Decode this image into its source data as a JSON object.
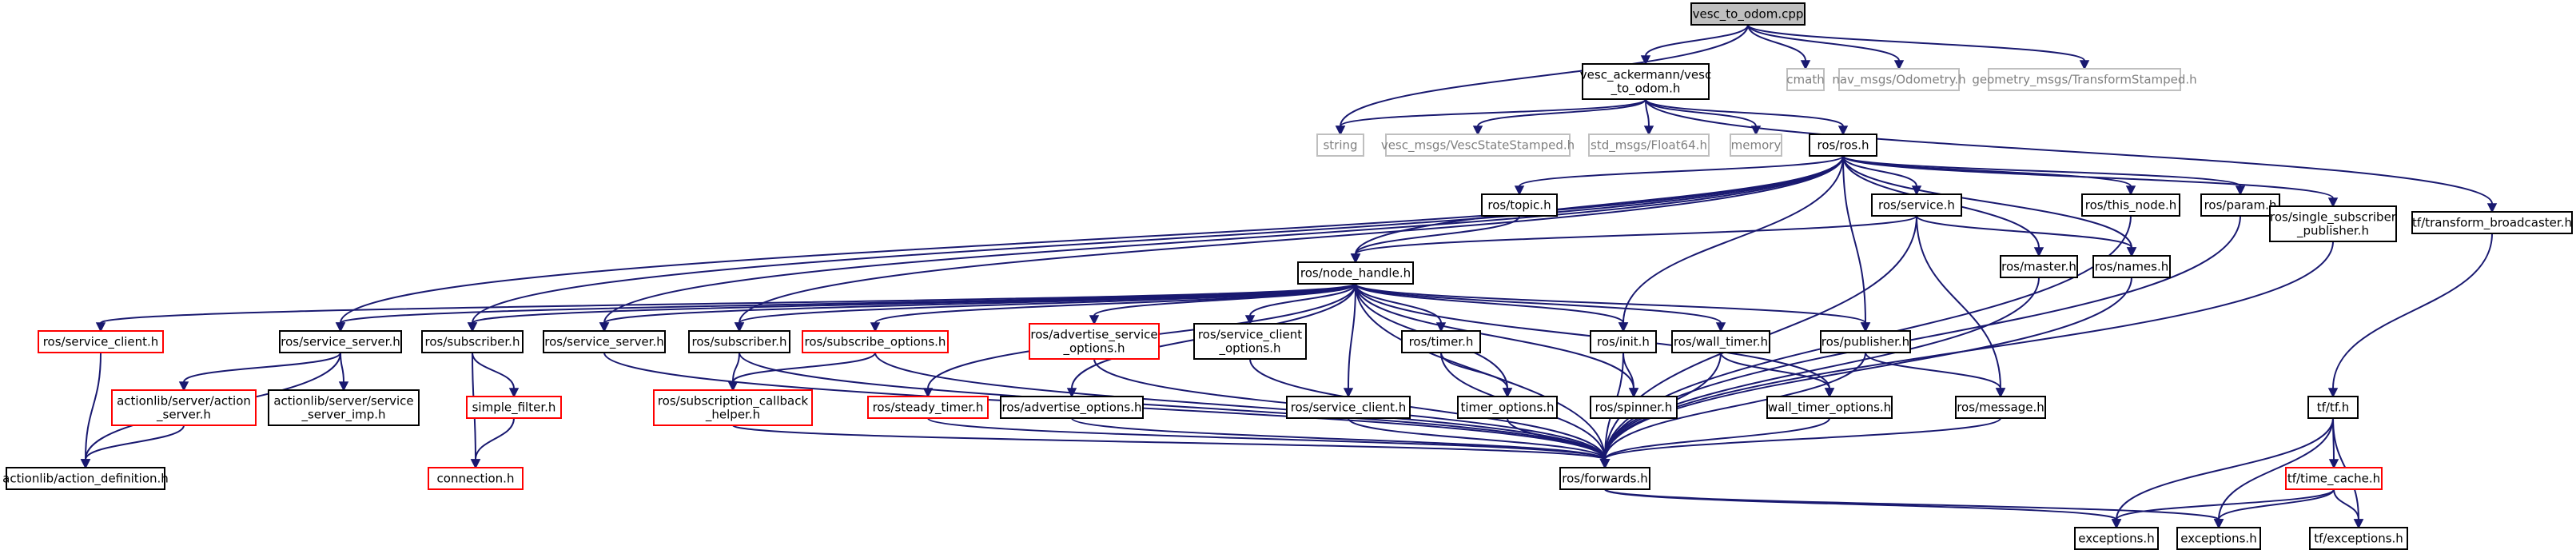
{
  "diagram": {
    "colors": {
      "root_fill": "#bfbfbf",
      "normal_border": "#000000",
      "missing_border": "#bfbfbf",
      "truncated_border": "#ff0000",
      "missing_text": "#808080",
      "edge": "#191970"
    },
    "nodes": [
      {
        "id": "vesc_to_odom_cpp",
        "lines": [
          "vesc_to_odom.cpp"
        ],
        "kind": "root"
      },
      {
        "id": "vesc_to_odom_h",
        "lines": [
          "vesc_ackermann/vesc",
          "_to_odom.h"
        ],
        "kind": "normal"
      },
      {
        "id": "cmath",
        "lines": [
          "cmath"
        ],
        "kind": "missing"
      },
      {
        "id": "nav_msgs_odometry",
        "lines": [
          "nav_msgs/Odometry.h"
        ],
        "kind": "missing"
      },
      {
        "id": "geometry_msgs_tf",
        "lines": [
          "geometry_msgs/TransformStamped.h"
        ],
        "kind": "missing"
      },
      {
        "id": "string",
        "lines": [
          "string"
        ],
        "kind": "missing"
      },
      {
        "id": "vesc_state",
        "lines": [
          "vesc_msgs/VescStateStamped.h"
        ],
        "kind": "missing"
      },
      {
        "id": "float64",
        "lines": [
          "std_msgs/Float64.h"
        ],
        "kind": "missing"
      },
      {
        "id": "memory",
        "lines": [
          "memory"
        ],
        "kind": "missing"
      },
      {
        "id": "ros_h",
        "lines": [
          "ros/ros.h"
        ],
        "kind": "normal"
      },
      {
        "id": "topic_h",
        "lines": [
          "ros/topic.h"
        ],
        "kind": "normal"
      },
      {
        "id": "service_h",
        "lines": [
          "ros/service.h"
        ],
        "kind": "normal"
      },
      {
        "id": "this_node_h",
        "lines": [
          "ros/this_node.h"
        ],
        "kind": "normal"
      },
      {
        "id": "param_h",
        "lines": [
          "ros/param.h"
        ],
        "kind": "normal"
      },
      {
        "id": "single_sub_h",
        "lines": [
          "ros/single_subscriber",
          "_publisher.h"
        ],
        "kind": "normal"
      },
      {
        "id": "tf_broadcaster_h",
        "lines": [
          "tf/transform_broadcaster.h"
        ],
        "kind": "normal"
      },
      {
        "id": "node_handle_h",
        "lines": [
          "ros/node_handle.h"
        ],
        "kind": "normal"
      },
      {
        "id": "master_h",
        "lines": [
          "ros/master.h"
        ],
        "kind": "normal"
      },
      {
        "id": "names_h",
        "lines": [
          "ros/names.h"
        ],
        "kind": "normal"
      },
      {
        "id": "service_client_h_red",
        "lines": [
          "ros/service_client.h"
        ],
        "kind": "truncated"
      },
      {
        "id": "service_server_h_a",
        "lines": [
          "ros/service_server.h"
        ],
        "kind": "normal"
      },
      {
        "id": "subscriber_h_a",
        "lines": [
          "ros/subscriber.h"
        ],
        "kind": "normal"
      },
      {
        "id": "service_server_h_b",
        "lines": [
          "ros/service_server.h"
        ],
        "kind": "normal"
      },
      {
        "id": "subscriber_h_b",
        "lines": [
          "ros/subscriber.h"
        ],
        "kind": "normal"
      },
      {
        "id": "subscribe_options_h",
        "lines": [
          "ros/subscribe_options.h"
        ],
        "kind": "truncated"
      },
      {
        "id": "advertise_service_options_h",
        "lines": [
          "ros/advertise_service",
          "_options.h"
        ],
        "kind": "truncated"
      },
      {
        "id": "service_client_options_h",
        "lines": [
          "ros/service_client",
          "_options.h"
        ],
        "kind": "normal"
      },
      {
        "id": "timer_h",
        "lines": [
          "ros/timer.h"
        ],
        "kind": "normal"
      },
      {
        "id": "init_h",
        "lines": [
          "ros/init.h"
        ],
        "kind": "normal"
      },
      {
        "id": "wall_timer_h",
        "lines": [
          "ros/wall_timer.h"
        ],
        "kind": "normal"
      },
      {
        "id": "publisher_h",
        "lines": [
          "ros/publisher.h"
        ],
        "kind": "normal"
      },
      {
        "id": "action_server_h",
        "lines": [
          "actionlib/server/action",
          "_server.h"
        ],
        "kind": "truncated"
      },
      {
        "id": "service_server_imp_h",
        "lines": [
          "actionlib/server/service",
          "_server_imp.h"
        ],
        "kind": "normal"
      },
      {
        "id": "simple_filter_h",
        "lines": [
          "simple_filter.h"
        ],
        "kind": "truncated"
      },
      {
        "id": "sub_callback_helper_h",
        "lines": [
          "ros/subscription_callback",
          "_helper.h"
        ],
        "kind": "truncated"
      },
      {
        "id": "steady_timer_h",
        "lines": [
          "ros/steady_timer.h"
        ],
        "kind": "truncated"
      },
      {
        "id": "advertise_options_h",
        "lines": [
          "ros/advertise_options.h"
        ],
        "kind": "normal"
      },
      {
        "id": "service_client_h_black",
        "lines": [
          "ros/service_client.h"
        ],
        "kind": "normal"
      },
      {
        "id": "timer_options_h",
        "lines": [
          "timer_options.h"
        ],
        "kind": "normal"
      },
      {
        "id": "spinner_h",
        "lines": [
          "ros/spinner.h"
        ],
        "kind": "normal"
      },
      {
        "id": "wall_timer_options_h",
        "lines": [
          "wall_timer_options.h"
        ],
        "kind": "normal"
      },
      {
        "id": "message_h",
        "lines": [
          "ros/message.h"
        ],
        "kind": "normal"
      },
      {
        "id": "tf_h",
        "lines": [
          "tf/tf.h"
        ],
        "kind": "normal"
      },
      {
        "id": "time_cache_h",
        "lines": [
          "tf/time_cache.h"
        ],
        "kind": "truncated"
      },
      {
        "id": "action_definition_h",
        "lines": [
          "actionlib/action_definition.h"
        ],
        "kind": "normal"
      },
      {
        "id": "connection_h",
        "lines": [
          "connection.h"
        ],
        "kind": "truncated"
      },
      {
        "id": "forwards_h",
        "lines": [
          "ros/forwards.h"
        ],
        "kind": "normal"
      },
      {
        "id": "exceptions_h_a",
        "lines": [
          "exceptions.h"
        ],
        "kind": "normal"
      },
      {
        "id": "exceptions_h_b",
        "lines": [
          "exceptions.h"
        ],
        "kind": "normal"
      },
      {
        "id": "tf_exceptions_h",
        "lines": [
          "tf/exceptions.h"
        ],
        "kind": "normal"
      }
    ],
    "edges": [
      [
        "vesc_to_odom_cpp",
        "vesc_to_odom_h"
      ],
      [
        "vesc_to_odom_cpp",
        "cmath"
      ],
      [
        "vesc_to_odom_cpp",
        "nav_msgs_odometry"
      ],
      [
        "vesc_to_odom_cpp",
        "geometry_msgs_tf"
      ],
      [
        "vesc_to_odom_cpp",
        "string"
      ],
      [
        "vesc_to_odom_h",
        "string"
      ],
      [
        "vesc_to_odom_h",
        "vesc_state"
      ],
      [
        "vesc_to_odom_h",
        "float64"
      ],
      [
        "vesc_to_odom_h",
        "memory"
      ],
      [
        "vesc_to_odom_h",
        "ros_h"
      ],
      [
        "vesc_to_odom_h",
        "tf_broadcaster_h"
      ],
      [
        "ros_h",
        "topic_h"
      ],
      [
        "ros_h",
        "service_h"
      ],
      [
        "ros_h",
        "this_node_h"
      ],
      [
        "ros_h",
        "param_h"
      ],
      [
        "ros_h",
        "single_sub_h"
      ],
      [
        "ros_h",
        "node_handle_h"
      ],
      [
        "ros_h",
        "master_h"
      ],
      [
        "ros_h",
        "names_h"
      ],
      [
        "ros_h",
        "service_server_h_a"
      ],
      [
        "ros_h",
        "subscriber_h_a"
      ],
      [
        "ros_h",
        "service_server_h_b"
      ],
      [
        "ros_h",
        "subscriber_h_b"
      ],
      [
        "ros_h",
        "init_h"
      ],
      [
        "ros_h",
        "publisher_h"
      ],
      [
        "topic_h",
        "node_handle_h"
      ],
      [
        "service_h",
        "node_handle_h"
      ],
      [
        "service_h",
        "names_h"
      ],
      [
        "service_h",
        "message_h"
      ],
      [
        "service_h",
        "forwards_h"
      ],
      [
        "this_node_h",
        "forwards_h"
      ],
      [
        "param_h",
        "forwards_h"
      ],
      [
        "single_sub_h",
        "forwards_h"
      ],
      [
        "tf_broadcaster_h",
        "tf_h"
      ],
      [
        "node_handle_h",
        "service_client_h_red"
      ],
      [
        "node_handle_h",
        "service_server_h_a"
      ],
      [
        "node_handle_h",
        "subscriber_h_a"
      ],
      [
        "node_handle_h",
        "service_server_h_b"
      ],
      [
        "node_handle_h",
        "subscriber_h_b"
      ],
      [
        "node_handle_h",
        "subscribe_options_h"
      ],
      [
        "node_handle_h",
        "advertise_service_options_h"
      ],
      [
        "node_handle_h",
        "service_client_options_h"
      ],
      [
        "node_handle_h",
        "timer_h"
      ],
      [
        "node_handle_h",
        "init_h"
      ],
      [
        "node_handle_h",
        "wall_timer_h"
      ],
      [
        "node_handle_h",
        "publisher_h"
      ],
      [
        "node_handle_h",
        "steady_timer_h"
      ],
      [
        "node_handle_h",
        "advertise_options_h"
      ],
      [
        "node_handle_h",
        "service_client_h_black"
      ],
      [
        "node_handle_h",
        "timer_options_h"
      ],
      [
        "node_handle_h",
        "spinner_h"
      ],
      [
        "node_handle_h",
        "wall_timer_options_h"
      ],
      [
        "node_handle_h",
        "forwards_h"
      ],
      [
        "master_h",
        "forwards_h"
      ],
      [
        "names_h",
        "forwards_h"
      ],
      [
        "service_client_h_red",
        "action_definition_h"
      ],
      [
        "service_server_h_a",
        "action_server_h"
      ],
      [
        "service_server_h_a",
        "service_server_imp_h"
      ],
      [
        "service_server_h_a",
        "action_definition_h"
      ],
      [
        "action_server_h",
        "action_definition_h"
      ],
      [
        "subscriber_h_a",
        "simple_filter_h"
      ],
      [
        "subscriber_h_a",
        "connection_h"
      ],
      [
        "simple_filter_h",
        "connection_h"
      ],
      [
        "service_server_h_b",
        "forwards_h"
      ],
      [
        "subscriber_h_b",
        "sub_callback_helper_h"
      ],
      [
        "subscriber_h_b",
        "forwards_h"
      ],
      [
        "subscribe_options_h",
        "sub_callback_helper_h"
      ],
      [
        "subscribe_options_h",
        "forwards_h"
      ],
      [
        "sub_callback_helper_h",
        "forwards_h"
      ],
      [
        "steady_timer_h",
        "forwards_h"
      ],
      [
        "advertise_options_h",
        "forwards_h"
      ],
      [
        "advertise_service_options_h",
        "forwards_h"
      ],
      [
        "service_client_options_h",
        "forwards_h"
      ],
      [
        "service_client_h_black",
        "forwards_h"
      ],
      [
        "timer_h",
        "timer_options_h"
      ],
      [
        "timer_h",
        "forwards_h"
      ],
      [
        "timer_options_h",
        "forwards_h"
      ],
      [
        "init_h",
        "spinner_h"
      ],
      [
        "init_h",
        "forwards_h"
      ],
      [
        "wall_timer_h",
        "wall_timer_options_h"
      ],
      [
        "wall_timer_h",
        "forwards_h"
      ],
      [
        "wall_timer_options_h",
        "forwards_h"
      ],
      [
        "publisher_h",
        "message_h"
      ],
      [
        "publisher_h",
        "forwards_h"
      ],
      [
        "message_h",
        "forwards_h"
      ],
      [
        "forwards_h",
        "exceptions_h_a"
      ],
      [
        "forwards_h",
        "exceptions_h_b"
      ],
      [
        "tf_h",
        "time_cache_h"
      ],
      [
        "tf_h",
        "exceptions_h_a"
      ],
      [
        "tf_h",
        "exceptions_h_b"
      ],
      [
        "tf_h",
        "tf_exceptions_h"
      ],
      [
        "time_cache_h",
        "exceptions_h_a"
      ],
      [
        "time_cache_h",
        "exceptions_h_b"
      ],
      [
        "time_cache_h",
        "tf_exceptions_h"
      ]
    ]
  }
}
